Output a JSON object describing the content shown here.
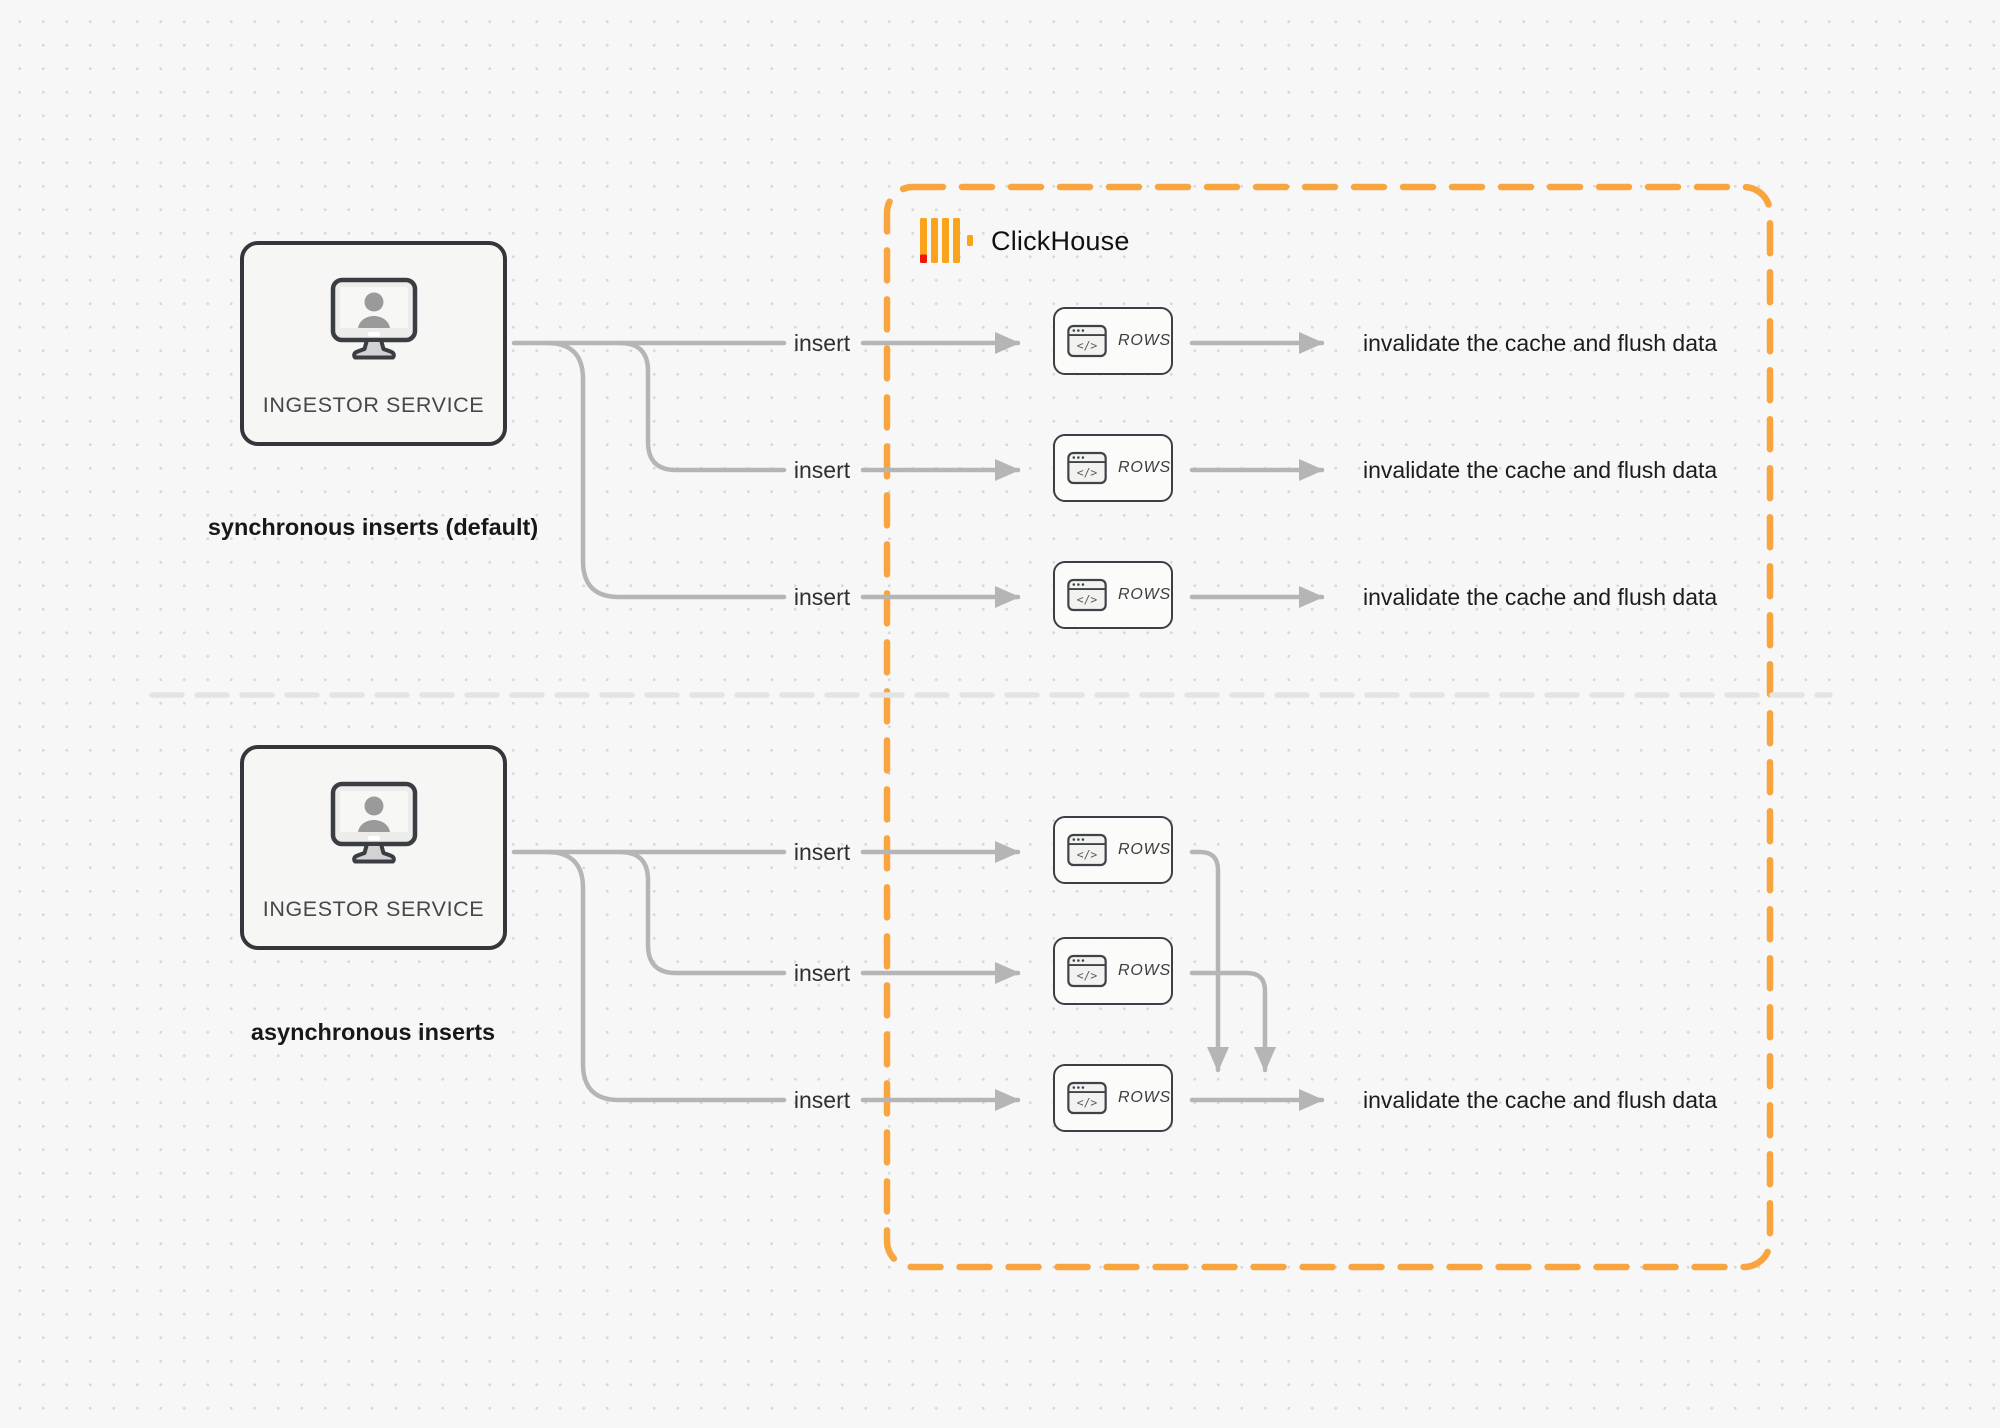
{
  "diagram": {
    "clickhouse": {
      "name_label": "ClickHouse"
    },
    "icons": {
      "window_code_glyph": "</>"
    },
    "sync": {
      "section_label": "synchronous inserts (default)",
      "service_label": "INGESTOR SERVICE",
      "rows": [
        {
          "insert_label": "insert",
          "card_label": "ROWS",
          "result_label": "invalidate the cache and flush data"
        },
        {
          "insert_label": "insert",
          "card_label": "ROWS",
          "result_label": "invalidate the cache and flush data"
        },
        {
          "insert_label": "insert",
          "card_label": "ROWS",
          "result_label": "invalidate the cache and flush data"
        }
      ]
    },
    "async": {
      "section_label": "asynchronous inserts",
      "service_label": "INGESTOR SERVICE",
      "rows": [
        {
          "insert_label": "insert",
          "card_label": "ROWS"
        },
        {
          "insert_label": "insert",
          "card_label": "ROWS"
        },
        {
          "insert_label": "insert",
          "card_label": "ROWS",
          "result_label": "invalidate the cache and flush data"
        }
      ]
    },
    "colors": {
      "accent_orange": "#F9A53F",
      "logo_yellow": "#FAA41B",
      "logo_red": "#F31410",
      "line_gray": "#B5B5B6",
      "divider_gray": "#E4E4E5"
    }
  }
}
